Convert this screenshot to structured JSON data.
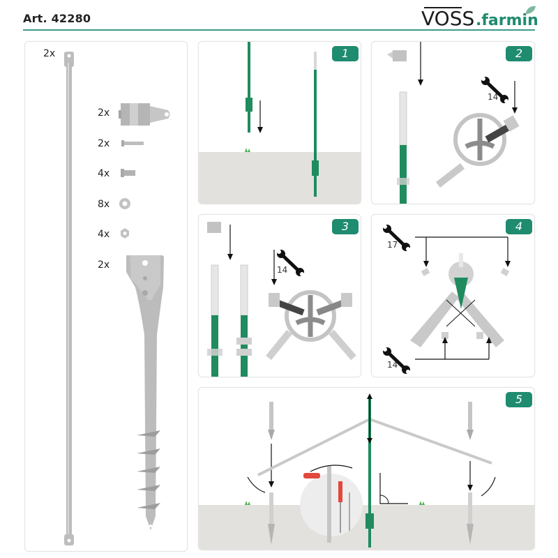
{
  "header": {
    "article": "Art. 42280",
    "logo_text_main": "VOSS",
    "logo_text_sub": ".farming",
    "accent_color": "#1f8b6f",
    "rule_color": "#3c9a8a"
  },
  "parts": {
    "items": [
      {
        "qty": "2x",
        "icon": "brace-rod-icon"
      },
      {
        "qty": "2x",
        "icon": "pipe-clamp-icon"
      },
      {
        "qty": "2x",
        "icon": "long-bolt-icon"
      },
      {
        "qty": "4x",
        "icon": "short-bolt-icon"
      },
      {
        "qty": "8x",
        "icon": "washer-icon"
      },
      {
        "qty": "4x",
        "icon": "hex-nut-icon"
      },
      {
        "qty": "2x",
        "icon": "ground-screw-icon"
      }
    ]
  },
  "steps": [
    {
      "number": "1"
    },
    {
      "number": "2",
      "wrench": "14"
    },
    {
      "number": "3",
      "wrench": "14"
    },
    {
      "number": "4",
      "wrench_top": "17",
      "wrench_bottom": "14"
    },
    {
      "number": "5"
    }
  ],
  "colors": {
    "post_green": "#1f8b5f",
    "steel": "#bdbdbd",
    "ground": "#e3e1dd",
    "grip_red": "#e2483d"
  }
}
